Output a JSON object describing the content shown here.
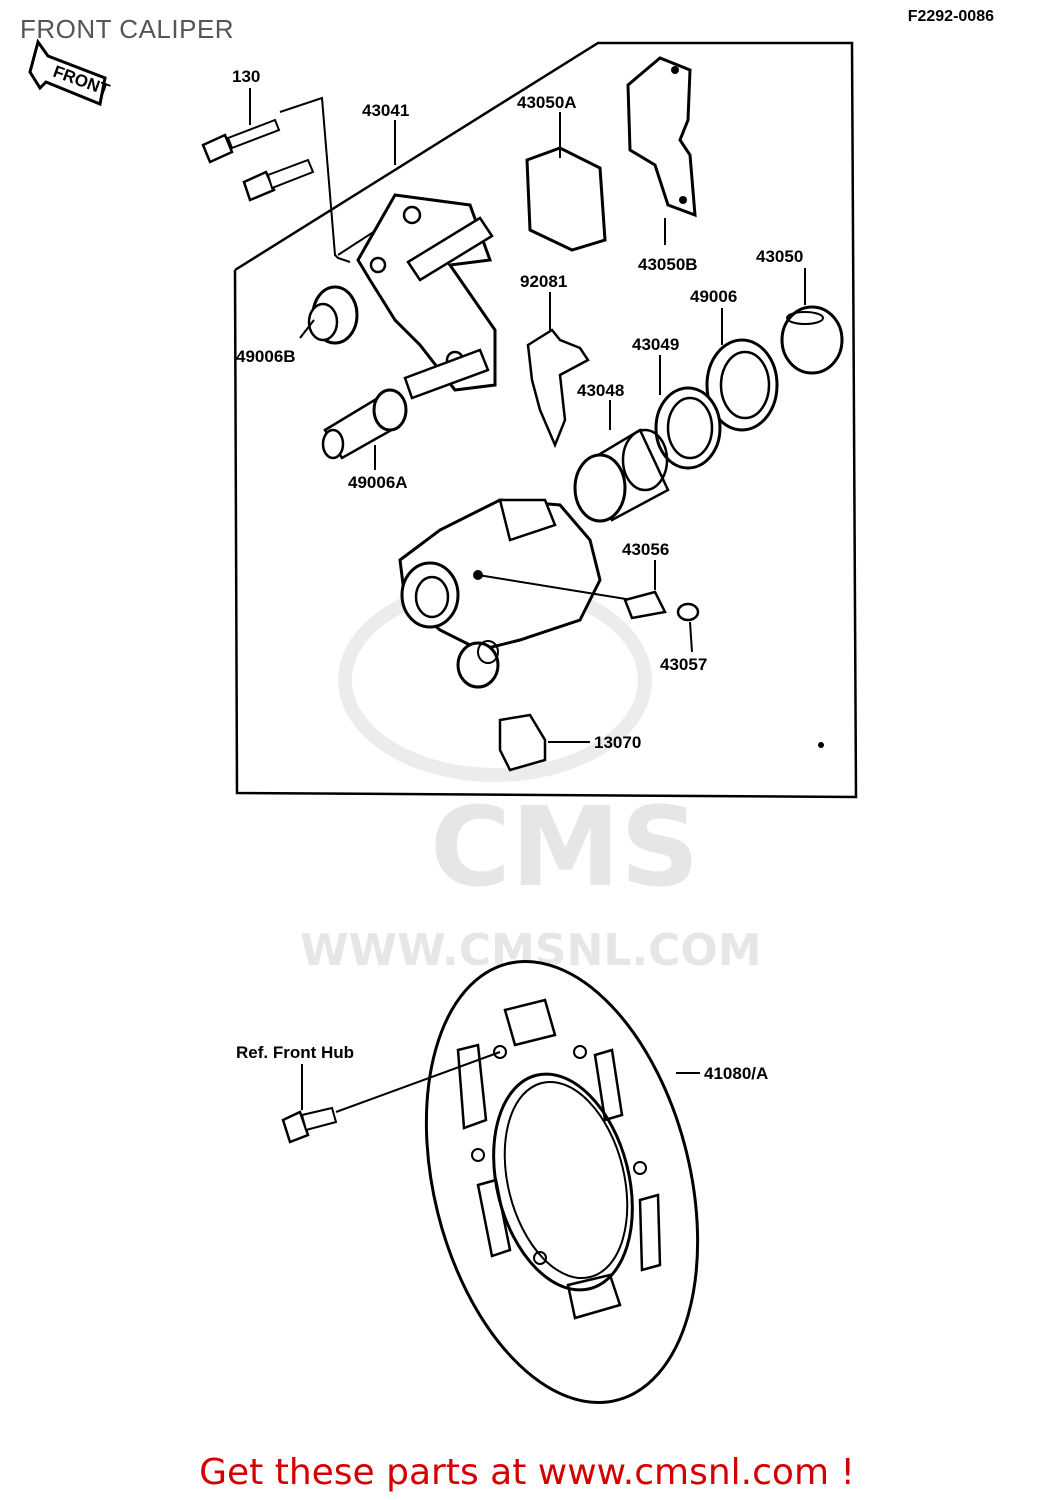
{
  "header": {
    "title": "FRONT CALIPER",
    "figure_code": "F2292-0086"
  },
  "direction_marker": "FRONT",
  "watermark": {
    "brand": "CMS",
    "url": "WWW.CMSNL.COM"
  },
  "parts": {
    "p130": "130",
    "p43041": "43041",
    "p43050A": "43050A",
    "p43050B": "43050B",
    "p43050": "43050",
    "p92081": "92081",
    "p49006": "49006",
    "p43049": "43049",
    "p43048": "43048",
    "p49006B": "49006B",
    "p49006A": "49006A",
    "p43056": "43056",
    "p43057": "43057",
    "p13070": "13070",
    "ref_front_hub": "Ref. Front Hub",
    "p41080A": "41080/A"
  },
  "footer": {
    "cta": "Get these parts at www.cmsnl.com !"
  }
}
